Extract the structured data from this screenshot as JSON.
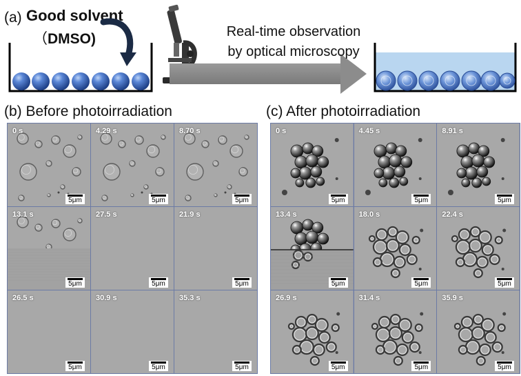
{
  "panel_a": {
    "label": "(a)",
    "solvent_name": "Good solvent",
    "solvent_abbr_open": "（",
    "solvent_abbr": "DMSO",
    "solvent_abbr_close": ")",
    "observation_line1": "Real-time observation",
    "observation_line2": "by optical microscopy"
  },
  "panel_b": {
    "title": "(b) Before photoirradiation",
    "frames": [
      {
        "time": "0 s",
        "scale": "5μm"
      },
      {
        "time": "4.29 s",
        "scale": "5μm"
      },
      {
        "time": "8.70 s",
        "scale": "5μm"
      },
      {
        "time": "13.1 s",
        "scale": "5μm"
      },
      {
        "time": "27.5 s",
        "scale": "5μm"
      },
      {
        "time": "21.9 s",
        "scale": "5μm"
      },
      {
        "time": "26.5 s",
        "scale": "5μm"
      },
      {
        "time": "30.9 s",
        "scale": "5μm"
      },
      {
        "time": "35.3 s",
        "scale": "5μm"
      }
    ]
  },
  "panel_c": {
    "title": "(c) After photoirradiation",
    "frames": [
      {
        "time": "0 s",
        "scale": "5μm"
      },
      {
        "time": "4.45 s",
        "scale": "5μm"
      },
      {
        "time": "8.91 s",
        "scale": "5μm"
      },
      {
        "time": "13.4 s",
        "scale": "5μm"
      },
      {
        "time": "18.0 s",
        "scale": "5μm"
      },
      {
        "time": "22.4 s",
        "scale": "5μm"
      },
      {
        "time": "26.9 s",
        "scale": "5μm"
      },
      {
        "time": "31.4 s",
        "scale": "5μm"
      },
      {
        "time": "35.9 s",
        "scale": "5μm"
      }
    ]
  },
  "colors": {
    "sphere_blue": "#3f6fc4",
    "liquid": "#b9d6f0",
    "arrow_gray": "#8c8c8c",
    "grid_border": "#6b7aa5",
    "frame_gray": "#a8a8a8"
  }
}
